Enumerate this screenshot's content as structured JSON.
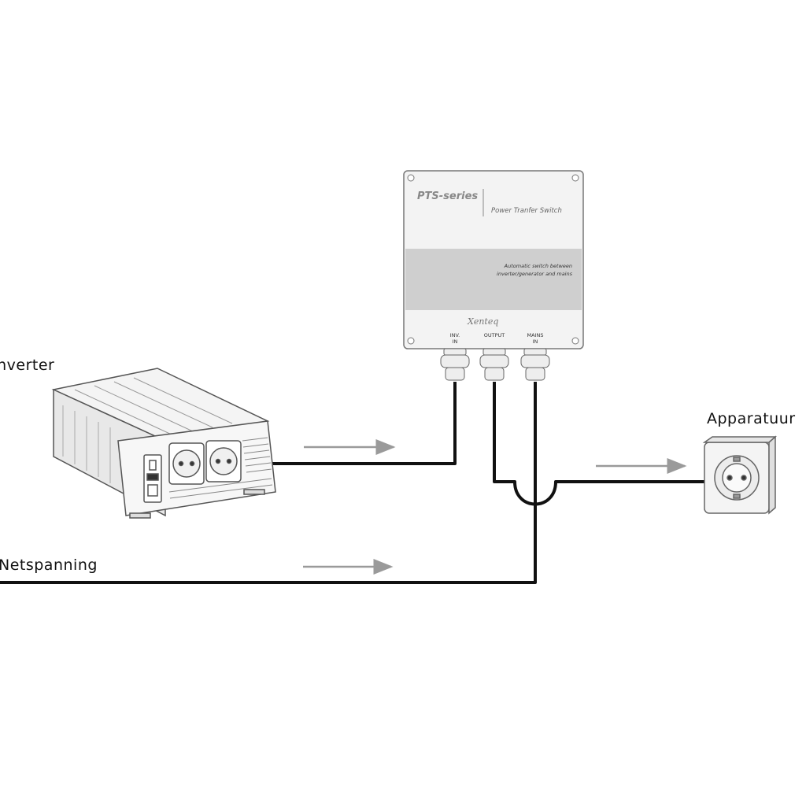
{
  "labels": {
    "inverter": "Inverter",
    "netspanning": "Netspanning",
    "apparatuur": "Apparatuur"
  },
  "pts_box": {
    "series": "PTS-series",
    "subtitle": "Power Tranfer Switch",
    "description_line1": "Automatic switch between",
    "description_line2": "inverter/generator and mains",
    "brand": "Xenteq",
    "ports": [
      {
        "line1": "INV.",
        "line2": "IN"
      },
      {
        "line1": "OUTPUT",
        "line2": ""
      },
      {
        "line1": "MAINS",
        "line2": "IN"
      }
    ]
  },
  "colors": {
    "wire": "#111111",
    "arrow": "#9a9a9a",
    "device_outline": "#555555",
    "device_fill": "#f2f2f2",
    "panel": "#cfcfcf"
  }
}
